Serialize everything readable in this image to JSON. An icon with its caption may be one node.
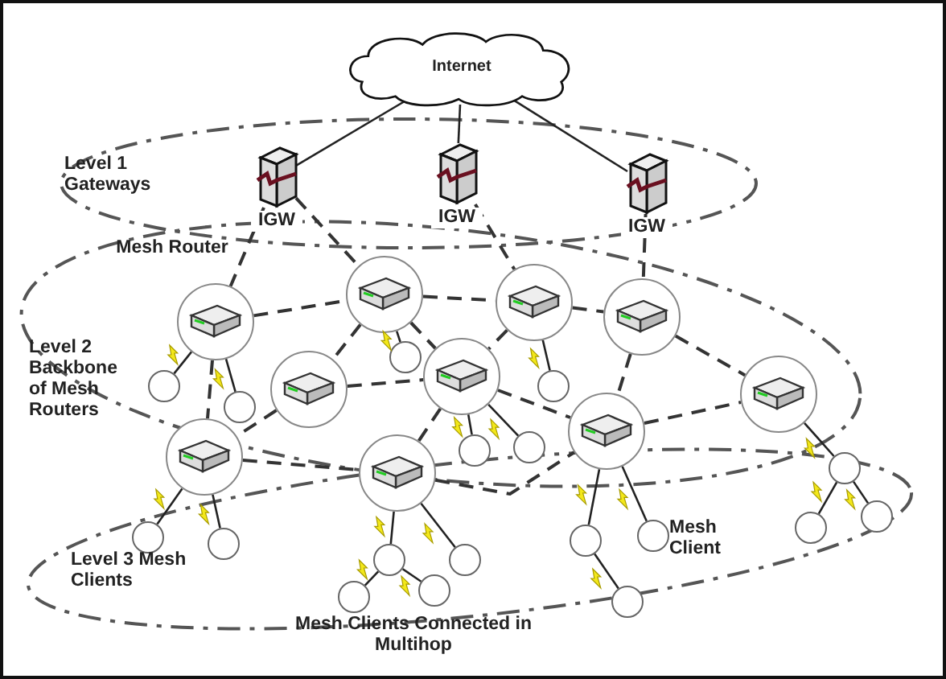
{
  "diagram": {
    "nodes": [
      {
        "text": [
          "Internet"
        ]
      },
      {
        "text": [
          "IGW"
        ]
      },
      {
        "text": [
          "IGW"
        ]
      },
      {
        "text": [
          "IGW"
        ]
      },
      {
        "text": [],
        "shape": "circle"
      },
      {
        "text": [],
        "shape": "circle"
      },
      {
        "text": [],
        "shape": "circle"
      },
      {
        "text": [],
        "shape": "circle"
      },
      {
        "text": [],
        "shape": "circle"
      },
      {
        "text": [],
        "shape": "circle"
      },
      {
        "text": [],
        "shape": "circle"
      },
      {
        "text": [],
        "shape": "circle"
      },
      {
        "text": [],
        "shape": "circle"
      },
      {
        "text": [],
        "shape": "circle"
      },
      {
        "text": [],
        "shape": "circle"
      },
      {
        "text": [],
        "shape": "circle"
      },
      {
        "text": [],
        "shape": "circle"
      },
      {
        "text": [],
        "shape": "circle"
      },
      {
        "text": [],
        "shape": "circle"
      },
      {
        "text": [],
        "shape": "circle"
      },
      {
        "text": [],
        "shape": "circle"
      },
      {
        "text": [],
        "shape": "circle"
      },
      {
        "text": [],
        "shape": "circle"
      },
      {
        "text": [],
        "shape": "circle"
      },
      {
        "text": [],
        "shape": "circle"
      },
      {
        "text": [],
        "shape": "circle"
      },
      {
        "text": [],
        "shape": "circle"
      },
      {
        "text": [],
        "shape": "circle"
      },
      {
        "text": [],
        "shape": "circle"
      },
      {
        "text": [],
        "shape": "circle"
      },
      {
        "text": [],
        "shape": "circle"
      },
      {
        "text": [],
        "shape": "circle"
      }
    ],
    "edges": [
      {
        "from": 0,
        "to": 1,
        "arrow": "none"
      },
      {
        "from": 0,
        "to": 2,
        "arrow": "none"
      },
      {
        "from": 0,
        "to": 3,
        "arrow": "none"
      },
      {
        "from": 1,
        "to": 4,
        "arrow": "none",
        "style": "dashed"
      },
      {
        "from": 1,
        "to": 5,
        "arrow": "none",
        "style": "dashed"
      },
      {
        "from": 2,
        "to": 6,
        "arrow": "none",
        "style": "dashed"
      },
      {
        "from": 3,
        "to": 7,
        "arrow": "none",
        "style": "dashed"
      },
      {
        "from": 4,
        "to": 5,
        "arrow": "none",
        "style": "dashed"
      },
      {
        "from": 4,
        "to": 12,
        "arrow": "none",
        "style": "dashed"
      },
      {
        "from": 5,
        "to": 8,
        "arrow": "none",
        "style": "dashed"
      },
      {
        "from": 5,
        "to": 9,
        "arrow": "none",
        "style": "dashed"
      },
      {
        "from": 8,
        "to": 9,
        "arrow": "none",
        "style": "dashed"
      },
      {
        "from": 8,
        "to": 12,
        "arrow": "none",
        "style": "dashed"
      },
      {
        "from": 12,
        "to": 13,
        "arrow": "none",
        "style": "dashed"
      },
      {
        "from": 9,
        "to": 13,
        "arrow": "none",
        "style": "dashed"
      },
      {
        "from": 5,
        "to": 6,
        "arrow": "none",
        "style": "dashed"
      },
      {
        "from": 6,
        "to": 7,
        "arrow": "none",
        "style": "dashed"
      },
      {
        "from": 6,
        "to": 9,
        "arrow": "none",
        "style": "dashed"
      },
      {
        "from": 7,
        "to": 10,
        "arrow": "none",
        "style": "dashed"
      },
      {
        "from": 7,
        "to": 11,
        "arrow": "none",
        "style": "dashed"
      },
      {
        "from": 10,
        "to": 11,
        "arrow": "none",
        "style": "dashed"
      },
      {
        "from": 9,
        "to": 10,
        "arrow": "none",
        "style": "dashed"
      },
      {
        "from": 13,
        "to": 10,
        "arrow": "none",
        "style": "dashed"
      },
      {
        "from": 4,
        "to": 15,
        "arrow": "none"
      },
      {
        "from": 4,
        "to": 17,
        "arrow": "none"
      },
      {
        "from": 5,
        "to": 20,
        "arrow": "none"
      },
      {
        "from": 6,
        "to": 25,
        "arrow": "none"
      },
      {
        "from": 9,
        "to": 23,
        "arrow": "none"
      },
      {
        "from": 9,
        "to": 24,
        "arrow": "none"
      },
      {
        "from": 12,
        "to": 14,
        "arrow": "none"
      },
      {
        "from": 12,
        "to": 16,
        "arrow": "none"
      },
      {
        "from": 13,
        "to": 19,
        "arrow": "none"
      },
      {
        "from": 13,
        "to": 22,
        "arrow": "none"
      },
      {
        "from": 19,
        "to": 18,
        "arrow": "none"
      },
      {
        "from": 19,
        "to": 21,
        "arrow": "none"
      },
      {
        "from": 10,
        "to": 26,
        "arrow": "none"
      },
      {
        "from": 10,
        "to": 28,
        "arrow": "none"
      },
      {
        "from": 26,
        "to": 27,
        "arrow": "none"
      },
      {
        "from": 11,
        "to": 30,
        "arrow": "none"
      },
      {
        "from": 30,
        "to": 29,
        "arrow": "none"
      },
      {
        "from": 30,
        "to": 31,
        "arrow": "none"
      }
    ],
    "labels": [
      "Level 1 Gateways",
      "Mesh Router",
      "Level 2 Backbone of Mesh Routers",
      "Mesh Client",
      "Level 3 Mesh Clients",
      "Mesh Clients Connected in Multihop"
    ]
  }
}
